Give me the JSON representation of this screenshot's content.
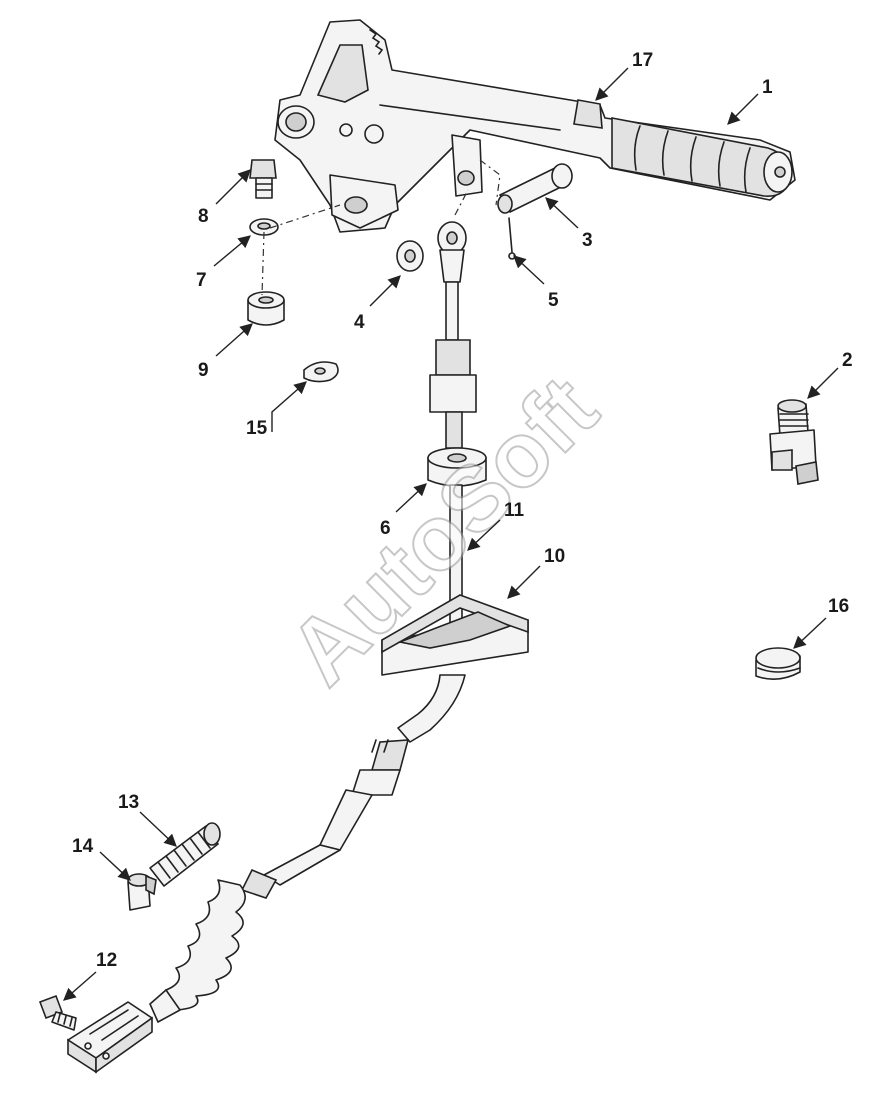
{
  "watermark": "AutoSoft",
  "callouts": {
    "c1": "1",
    "c2": "2",
    "c3": "3",
    "c4": "4",
    "c5": "5",
    "c6": "6",
    "c7": "7",
    "c8": "8",
    "c9": "9",
    "c10": "10",
    "c11": "11",
    "c12": "12",
    "c13": "13",
    "c14": "14",
    "c15": "15",
    "c16": "16",
    "c17": "17"
  }
}
